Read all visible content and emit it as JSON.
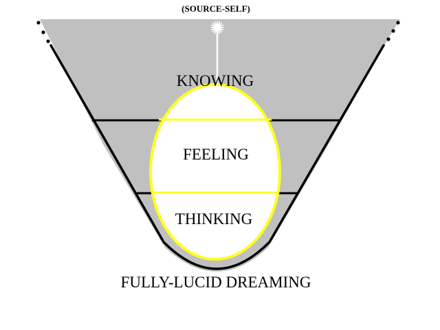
{
  "diagram": {
    "source_label": "(SOURCE-SELF)",
    "levels": [
      {
        "label": "KNOWING"
      },
      {
        "label": "FEELING"
      },
      {
        "label": "THINKING"
      }
    ],
    "bottom_label": "FULLY-LUCID DREAMING"
  },
  "colors": {
    "funnel_fill": "#c0c0c0",
    "outline": "#000000",
    "ellipse_stroke": "#ffff22",
    "ellipse_fill": "#ffffff",
    "background": "#ffffff"
  },
  "icons": {
    "source": "starburst-icon"
  }
}
